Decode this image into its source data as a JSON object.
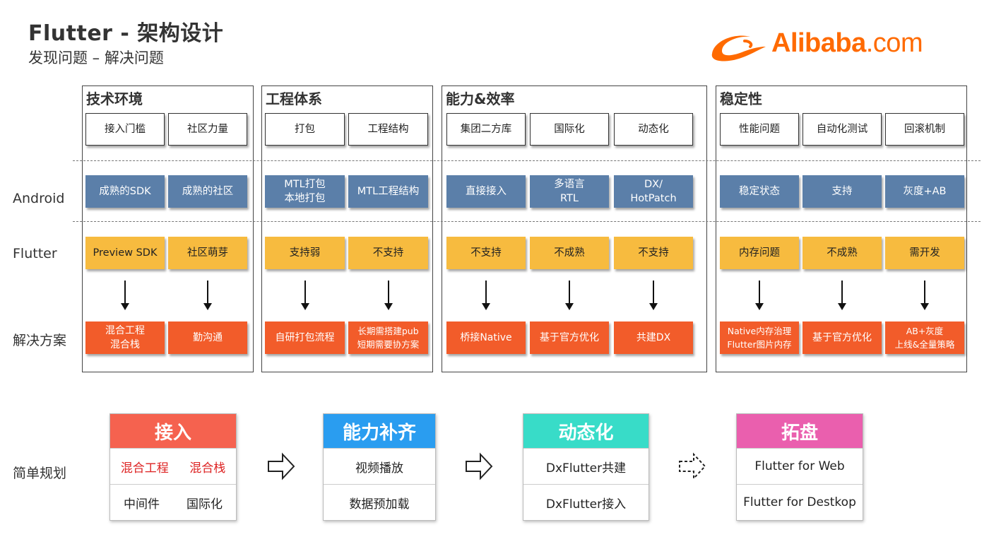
{
  "header": {
    "title": "Flutter - 架构设计",
    "subtitle": "发现问题 – 解决问题",
    "logo_text": "Alibaba",
    "logo_suffix": ".com"
  },
  "row_labels": {
    "android": "Android",
    "flutter": "Flutter",
    "solution": "解决方案",
    "plan": "简单规划"
  },
  "sections": [
    {
      "title": "技术环境",
      "topics": [
        "接入门槛",
        "社区力量"
      ],
      "android": [
        [
          "成熟的SDK"
        ],
        [
          "成熟的社区"
        ]
      ],
      "flutter": [
        "Preview SDK",
        "社区萌芽"
      ],
      "solution": [
        [
          "混合工程",
          "混合栈"
        ],
        [
          "勤沟通"
        ]
      ]
    },
    {
      "title": "工程体系",
      "topics": [
        "打包",
        "工程结构"
      ],
      "android": [
        [
          "MTL打包",
          "本地打包"
        ],
        [
          "MTL工程结构"
        ]
      ],
      "flutter": [
        "支持弱",
        "不支持"
      ],
      "solution": [
        [
          "自研打包流程"
        ],
        [
          "长期需搭建pub",
          "短期需要协方案"
        ]
      ]
    },
    {
      "title": "能力&效率",
      "topics": [
        "集团二方库",
        "国际化",
        "动态化"
      ],
      "android": [
        [
          "直接接入"
        ],
        [
          "多语言",
          "RTL"
        ],
        [
          "DX/",
          "HotPatch"
        ]
      ],
      "flutter": [
        "不支持",
        "不成熟",
        "不支持"
      ],
      "solution": [
        [
          "桥接Native"
        ],
        [
          "基于官方优化"
        ],
        [
          "共建DX"
        ]
      ]
    },
    {
      "title": "稳定性",
      "topics": [
        "性能问题",
        "自动化测试",
        "回滚机制"
      ],
      "android": [
        [
          "稳定状态"
        ],
        [
          "支持"
        ],
        [
          "灰度+AB"
        ]
      ],
      "flutter": [
        "内存问题",
        "不成熟",
        "需开发"
      ],
      "solution": [
        [
          "Native内存治理",
          "Flutter图片内存"
        ],
        [
          "基于官方优化"
        ],
        [
          "AB+灰度",
          "上线&全量策略"
        ]
      ]
    }
  ],
  "plan": [
    {
      "title": "接入",
      "color": "#f5624f",
      "rows": [
        {
          "items": [
            "混合工程",
            "混合栈"
          ],
          "highlight": true
        },
        {
          "items": [
            "中间件",
            "国际化"
          ],
          "highlight": false
        }
      ]
    },
    {
      "title": "能力补齐",
      "color": "#2a9df0",
      "rows": [
        {
          "items": [
            "视频播放"
          ],
          "highlight": false
        },
        {
          "items": [
            "数据预加载"
          ],
          "highlight": false
        }
      ]
    },
    {
      "title": "动态化",
      "color": "#38dcc8",
      "rows": [
        {
          "items": [
            "DxFlutter共建"
          ],
          "highlight": false
        },
        {
          "items": [
            "DxFlutter接入"
          ],
          "highlight": false
        }
      ]
    },
    {
      "title": "拓盘",
      "color": "#ea5fae",
      "rows": [
        {
          "items": [
            "Flutter for Web"
          ],
          "highlight": false
        },
        {
          "items": [
            "Flutter for Destkop"
          ],
          "highlight": false
        }
      ]
    }
  ],
  "colors": {
    "brand": "#ff6a00",
    "android_box": "#5b7fa9",
    "flutter_box": "#f7bb3f",
    "solution_box": "#f25c2a"
  },
  "icons": {
    "logo": "alibaba-smile-logo",
    "flow_arrow": "hollow-right-arrow",
    "flow_arrow_dashed": "dashed-hollow-right-arrow",
    "down_arrow": "down-arrow"
  }
}
